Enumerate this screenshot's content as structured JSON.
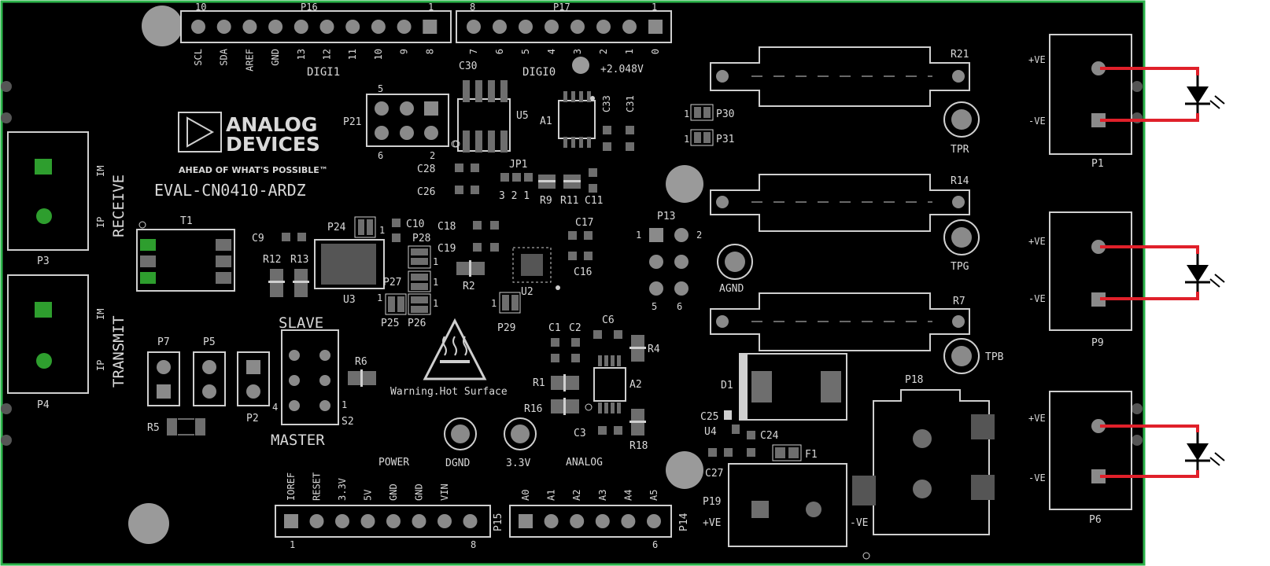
{
  "logo": {
    "line1": "ANALOG",
    "line2": "DEVICES",
    "tagline": "AHEAD OF WHAT'S POSSIBLE™"
  },
  "board_name": "EVAL-CN0410-ARDZ",
  "headers": {
    "p16": {
      "ref": "P16",
      "pin_first": "10",
      "pin_last": "1",
      "group": "DIGI1",
      "pins": [
        "SCL",
        "SDA",
        "AREF",
        "GND",
        "13",
        "12",
        "11",
        "10",
        "9",
        "8"
      ]
    },
    "p17": {
      "ref": "P17",
      "pin_first": "8",
      "pin_last": "1",
      "group": "DIGI0",
      "pins": [
        "7",
        "6",
        "5",
        "4",
        "3",
        "2",
        "1",
        "0"
      ]
    },
    "p15": {
      "ref": "P15",
      "pin_first": "1",
      "pin_last": "8",
      "group": "POWER",
      "pins": [
        "IOREF",
        "RESET",
        "3.3V",
        "5V",
        "GND",
        "GND",
        "VIN"
      ]
    },
    "p14": {
      "ref": "P14",
      "pin_last": "6",
      "group": "ANALOG",
      "pins": [
        "A0",
        "A1",
        "A2",
        "A3",
        "A4",
        "A5"
      ]
    }
  },
  "connectors": {
    "p3": {
      "ref": "P3",
      "title": "RECEIVE",
      "ip": "IP",
      "im": "IM"
    },
    "p4": {
      "ref": "P4",
      "title": "TRANSMIT",
      "ip": "IP",
      "im": "IM"
    },
    "p21": {
      "ref": "P21",
      "n5": "5",
      "n6": "6",
      "n2": "2"
    },
    "p13": {
      "ref": "P13",
      "n1": "1",
      "n2": "2",
      "n5": "5",
      "n6": "6"
    },
    "p18": {
      "ref": "P18"
    },
    "p19": {
      "ref": "P19",
      "pos": "+VE",
      "neg": "-VE"
    },
    "s2": {
      "ref": "S2",
      "top": "SLAVE",
      "bottom": "MASTER",
      "n4": "4",
      "n1": "1"
    }
  },
  "led_outputs": [
    {
      "ref": "P1",
      "pos": "+VE",
      "neg": "-VE"
    },
    {
      "ref": "P9",
      "pos": "+VE",
      "neg": "-VE"
    },
    {
      "ref": "P6",
      "pos": "+VE",
      "neg": "-VE"
    }
  ],
  "resistors": [
    {
      "ref": "R21",
      "test_point": "TPR"
    },
    {
      "ref": "R14",
      "test_point": "TPG"
    },
    {
      "ref": "R7",
      "test_point": "TPB"
    }
  ],
  "test_points": {
    "agnd": "AGND",
    "dgnd": "DGND",
    "v33": "3.3V",
    "ref_voltage": "+2.048V"
  },
  "warning": "Warning.Hot Surface",
  "refdes": {
    "c30": "C30",
    "u5": "U5",
    "a1": "A1",
    "c33": "C33",
    "c31": "C31",
    "p30": "P30",
    "p31": "P31",
    "one": "1",
    "c28": "C28",
    "c26": "C26",
    "jp1": "JP1",
    "jp1_pins": "3 2 1",
    "r9": "R9",
    "r11": "R11",
    "c11": "C11",
    "t1": "T1",
    "c9": "C9",
    "r12": "R12",
    "r13": "R13",
    "p24": "P24",
    "c10": "C10",
    "p28": "P28",
    "c18": "C18",
    "c17": "C17",
    "c19": "C19",
    "c16": "C16",
    "p27": "P27",
    "r2": "R2",
    "u3": "U3",
    "u2": "U2",
    "p25": "P25",
    "p26": "P26",
    "p29": "P29",
    "c1": "C1",
    "c2": "C2",
    "c6": "C6",
    "r4": "R4",
    "r1": "R1",
    "a2": "A2",
    "r16": "R16",
    "c3": "C3",
    "r18": "R18",
    "p7": "P7",
    "p5": "P5",
    "p2": "P2",
    "r5": "R5",
    "r6": "R6",
    "d1": "D1",
    "c25": "C25",
    "u4": "U4",
    "c24": "C24",
    "f1": "F1",
    "c27": "C27"
  },
  "colors": {
    "board": "#000000",
    "outline": "#2bb34a",
    "silk": "#d9d9d9",
    "pad": "#6e6e6e",
    "pad_dark": "#3a3a3a",
    "trace": "#e0202a",
    "pad_green": "#2e9e2e"
  }
}
